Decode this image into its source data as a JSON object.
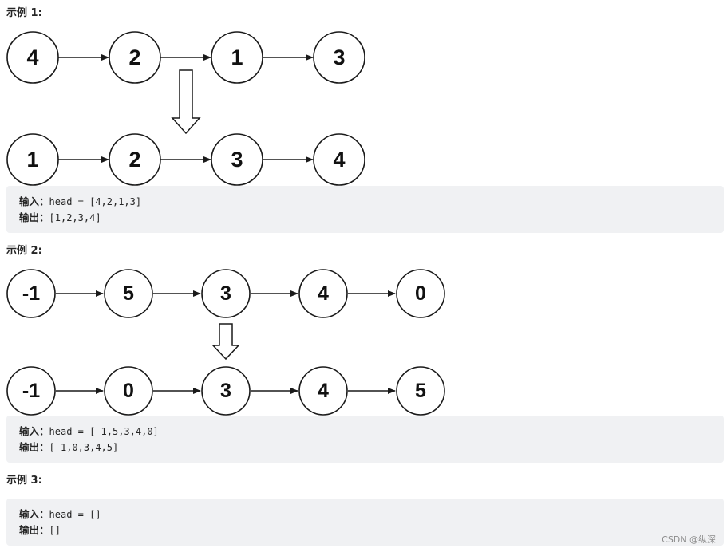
{
  "examples": [
    {
      "heading": "示例 1:",
      "before": [
        "4",
        "2",
        "1",
        "3"
      ],
      "after": [
        "1",
        "2",
        "3",
        "4"
      ],
      "input_label": "输入：",
      "input_value": "head = [4,2,1,3]",
      "output_label": "输出：",
      "output_value": "[1,2,3,4]"
    },
    {
      "heading": "示例 2:",
      "before": [
        "-1",
        "5",
        "3",
        "4",
        "0"
      ],
      "after": [
        "-1",
        "0",
        "3",
        "4",
        "5"
      ],
      "input_label": "输入：",
      "input_value": "head = [-1,5,3,4,0]",
      "output_label": "输出：",
      "output_value": "[-1,0,3,4,5]"
    },
    {
      "heading": "示例 3:",
      "input_label": "输入：",
      "input_value": "head = []",
      "output_label": "输出：",
      "output_value": "[]"
    }
  ],
  "watermark": "CSDN @纵深"
}
